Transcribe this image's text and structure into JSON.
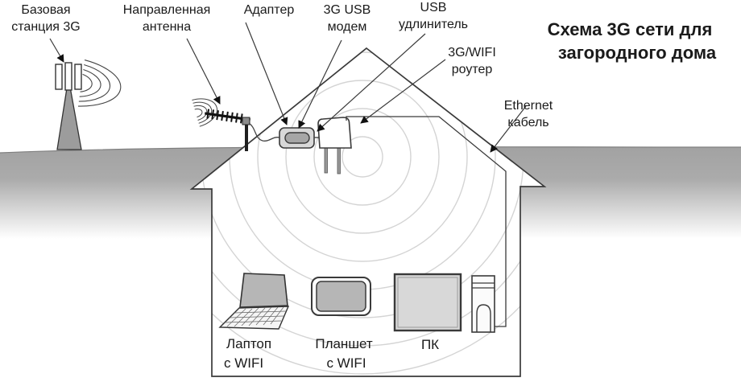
{
  "title": {
    "line1": "Схема 3G сети для",
    "line2": "загородного дома",
    "color": "#3c3c9e"
  },
  "labels": {
    "base_station": {
      "line1": "Базовая",
      "line2": "станция 3G"
    },
    "directional_antenna": {
      "line1": "Направленная",
      "line2": "антенна"
    },
    "adapter": {
      "line1": "Адаптер"
    },
    "modem": {
      "line1": "3G USB",
      "line2": "модем"
    },
    "usb_extender": {
      "line1": "USB",
      "line2": "удлинитель"
    },
    "router": {
      "line1": "3G/WIFI",
      "line2": "роутер"
    },
    "ethernet": {
      "line1": "Ethernet",
      "line2": "кабель"
    },
    "laptop": {
      "line1": "Лаптоп",
      "line2": "с WIFI"
    },
    "tablet": {
      "line1": "Планшет",
      "line2": "с WIFI"
    },
    "pc": {
      "line1": "ПК"
    }
  },
  "colors": {
    "outline": "#3a3a3a",
    "ground_top": "#a2a2a2",
    "wifi_wave": "#d4d4d4",
    "device_gray": "#b6b6b6",
    "tower_gray": "#9c9c9c"
  }
}
